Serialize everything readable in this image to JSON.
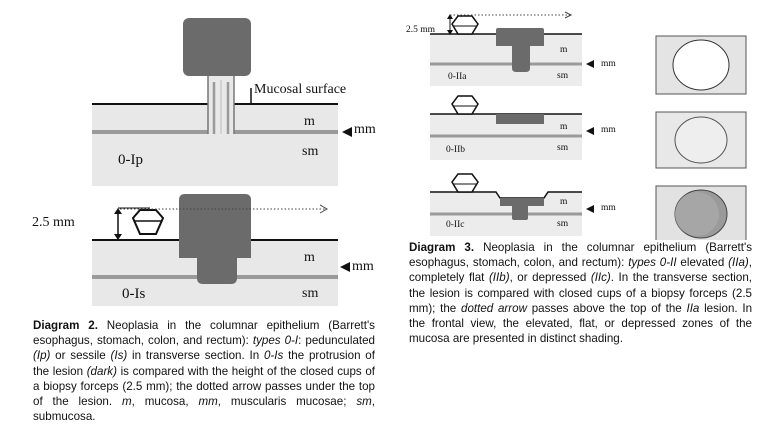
{
  "diagram2": {
    "mucosal_surface": "Mucosal surface",
    "m": "m",
    "mm": "mm",
    "sm": "sm",
    "type_ip": "0-Ip",
    "type_is": "0-Is",
    "height": "2.5 mm",
    "caption": {
      "title": "Diagram 2.",
      "p1": " Neoplasia in the columnar epithelium (Barrett's esophagus, stomach, colon, and rectum): ",
      "i1": "types 0-I",
      "p2": ": pedunculated ",
      "i2": "(Ip)",
      "p3": " or sessile ",
      "i3": "(Is)",
      "p4": " in transverse section. In ",
      "i4": "0-Is",
      "p5": " the protrusion of the lesion ",
      "i5": "(dark)",
      "p6": " is compared with the height of the closed cups of a biopsy forceps (2.5 mm); the dotted arrow passes under the top of the lesion. ",
      "i6": "m",
      "p7": ", mucosa, ",
      "i7": "mm",
      "p8": ", muscularis mucosae; ",
      "i8": "sm",
      "p9": ", submucosa."
    }
  },
  "diagram3": {
    "height": "2.5 mm",
    "m": "m",
    "mm": "mm",
    "sm": "sm",
    "type_iia": "0-IIa",
    "type_iib": "0-IIb",
    "type_iic": "0-IIc",
    "caption": {
      "title": "Diagram 3.",
      "p1": " Neoplasia in the columnar epithelium (Barrett's esophagus, stomach, colon, and rectum): ",
      "i1": "types 0-II",
      "p2": " elevated ",
      "i2": "(IIa)",
      "p3": ", completely flat ",
      "i3": "(IIb)",
      "p4": ", or depressed ",
      "i4": "(IIc)",
      "p5": ". In the transverse section, the lesion is compared with closed cups of a biopsy forceps (2.5 mm); the ",
      "i5": "dotted arrow",
      "p6": " passes above the top of the ",
      "i6": "IIa",
      "p7": " lesion. In the frontal view, the elevated, flat, or depressed zones of the mucosa are presented in distinct shading."
    }
  },
  "colors": {
    "lesion": "#6b6b6b",
    "mucosa": "#e6e6e6",
    "submucosa": "#ededed",
    "mm_line": "#9a9a9a",
    "outline": "#222222"
  }
}
